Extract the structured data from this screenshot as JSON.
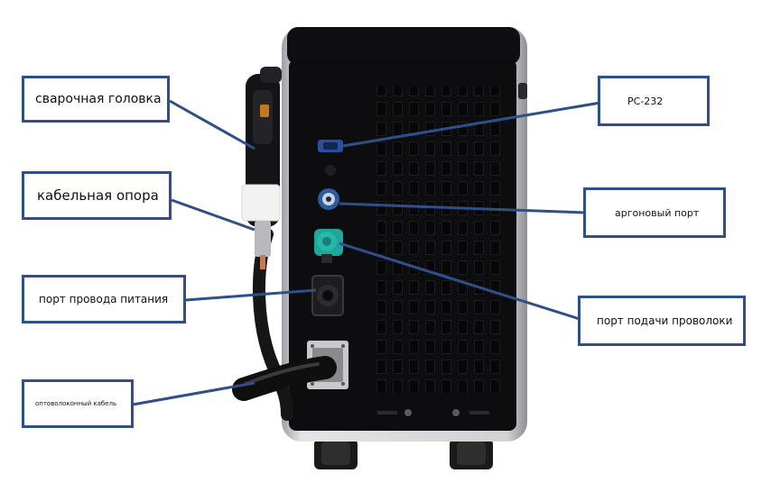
{
  "labels": {
    "welding_head": "сварочная головка",
    "cable_support": "кабельная опора",
    "power_port": "порт провода питания",
    "fiber_cable": "оптоволоконный кабель",
    "rs232": "PC-232",
    "argon_port": "аргоновый порт",
    "wire_feed_port": "порт подачи проволоки"
  },
  "colors": {
    "callout": "#2f4f8a",
    "machine_body": "#0d0d0f",
    "machine_shell": "#d9dade",
    "connector_teal": "#1fa59a",
    "connector_blue": "#3b6fb5"
  }
}
